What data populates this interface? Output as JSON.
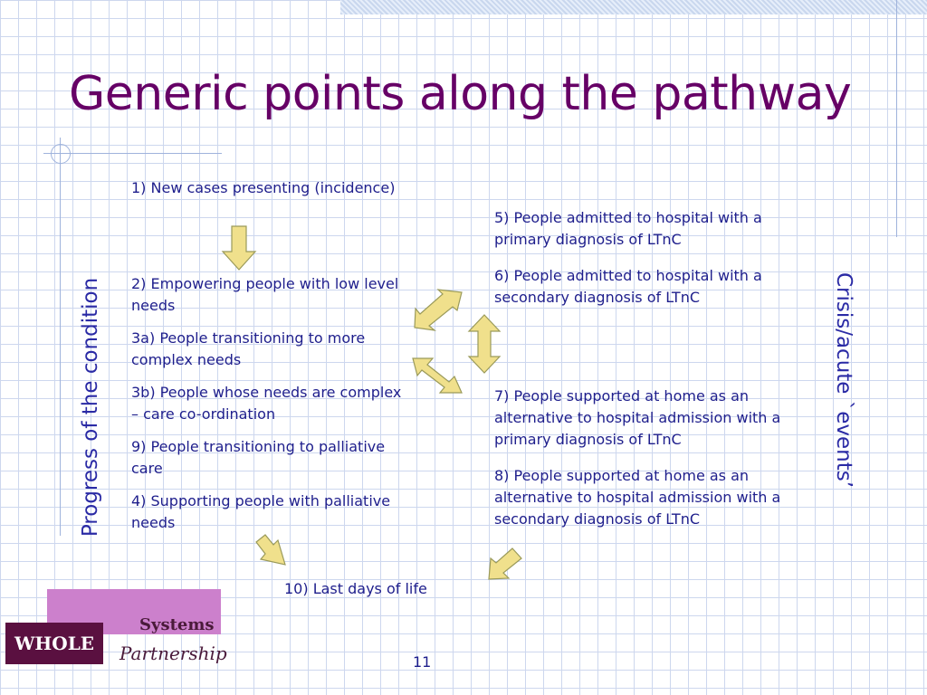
{
  "slide": {
    "title": "Generic points along the pathway",
    "page_number": "11"
  },
  "left_items": [
    "1)  New cases presenting (incidence)",
    "2)  Empowering people with low level needs",
    "3a)  People transitioning to more complex needs",
    "3b)  People whose needs are complex – care co-ordination",
    "9)  People transitioning to palliative care",
    "4)  Supporting people with palliative needs"
  ],
  "right_items": [
    "5)  People admitted to hospital with a primary diagnosis of LTnC",
    "6)  People admitted to hospital with a secondary diagnosis of LTnC",
    "7)  People supported at home as an alternative to hospital admission with a primary diagnosis of LTnC",
    "8)  People supported at home as an alternative to hospital admission with a secondary diagnosis of LTnC"
  ],
  "bottom_item": "10)  Last days of life",
  "side_labels": {
    "left": "Progress of the condition",
    "right": "Crisis/acute `events’"
  },
  "logo": {
    "systems": "Systems",
    "whole": "WHOLE",
    "partnership": "Partnership"
  },
  "colors": {
    "title": "#660066",
    "body_text": "#1e1e8c",
    "arrow_fill": "#f0e08c",
    "arrow_stroke": "#9a9a5a",
    "logo_pink": "#cc80cc",
    "logo_dark": "#5a1040"
  }
}
